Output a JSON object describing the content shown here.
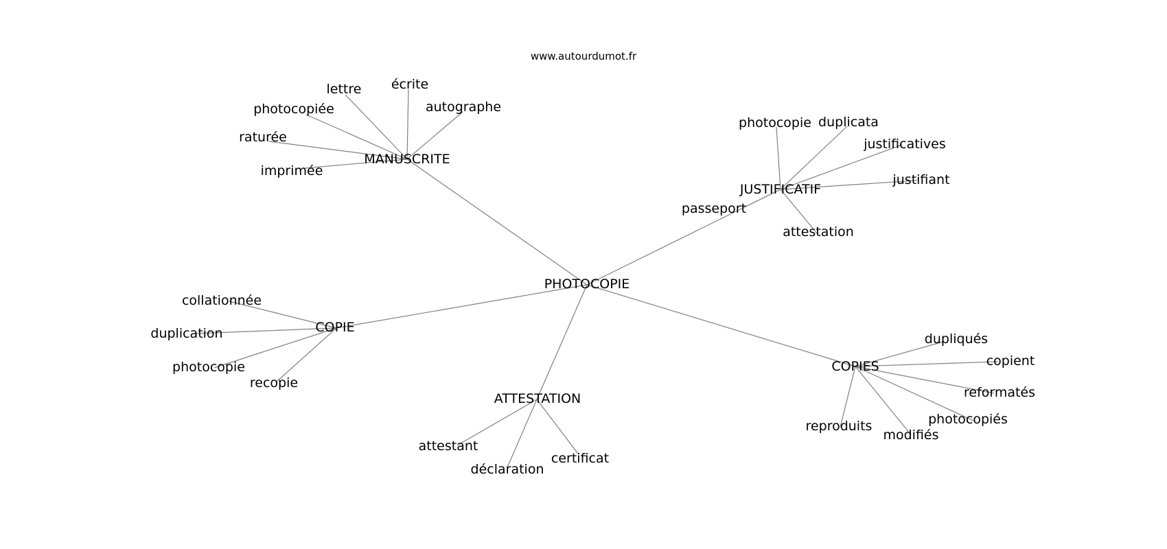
{
  "site": "www.autourdumot.fr",
  "colors": {
    "edge": "#808080",
    "text": "#000000",
    "background": "#ffffff"
  },
  "center": "PHOTOCOPIE",
  "clusters": [
    {
      "hub": "MANUSCRITE",
      "leaves": [
        "lettre",
        "écrite",
        "autographe",
        "photocopiée",
        "raturée",
        "imprimée"
      ]
    },
    {
      "hub": "JUSTIFICATIF",
      "leaves": [
        "photocopie",
        "duplicata",
        "justificatives",
        "justifiant",
        "passeport",
        "attestation"
      ]
    },
    {
      "hub": "COPIE",
      "leaves": [
        "collationnée",
        "duplication",
        "photocopie",
        "recopie"
      ]
    },
    {
      "hub": "ATTESTATION",
      "leaves": [
        "attestant",
        "déclaration",
        "certificat"
      ]
    },
    {
      "hub": "COPIES",
      "leaves": [
        "dupliqués",
        "copient",
        "reformatés",
        "photocopiés",
        "modifiés",
        "reproduits"
      ]
    }
  ]
}
